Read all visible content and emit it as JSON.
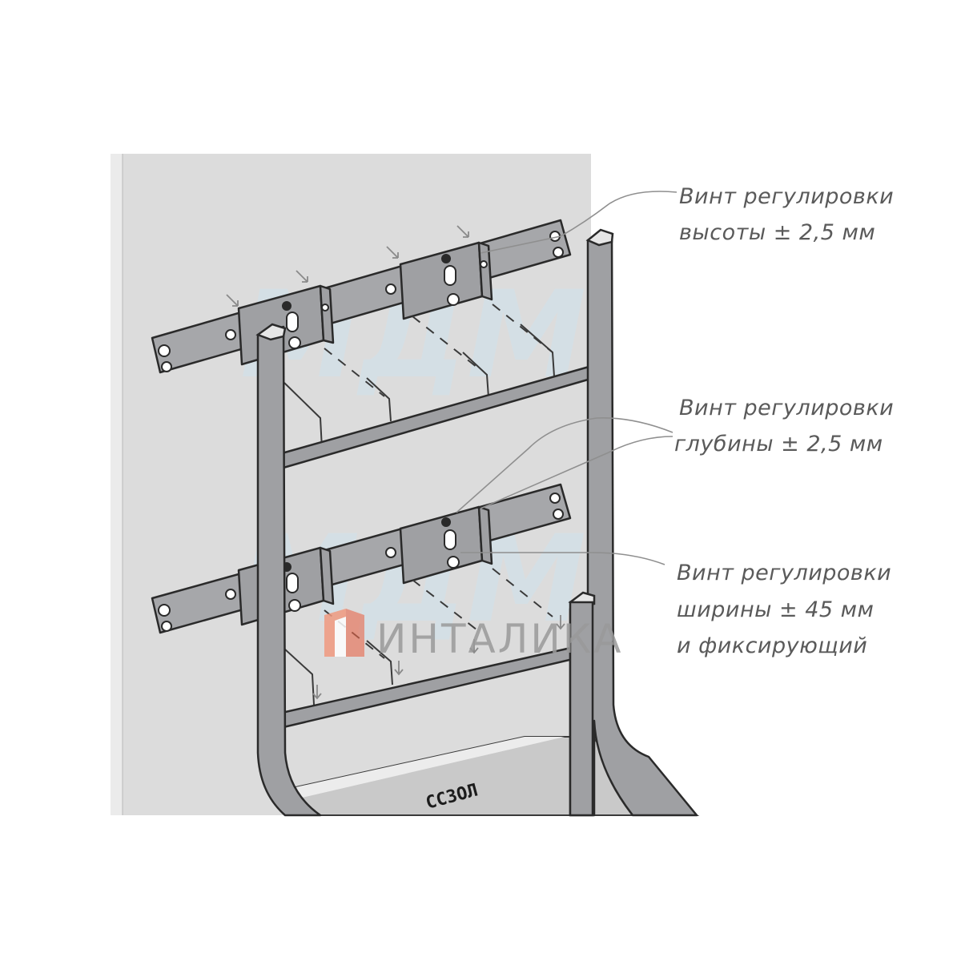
{
  "callouts": [
    {
      "line1": "Винт регулировки",
      "line2": "высоты ± 2,5 мм"
    },
    {
      "line1": "Винт регулировки",
      "line2": "глубины ± 2,5 мм"
    },
    {
      "line1": "Винт регулировки",
      "line2": "ширины ± 45 мм",
      "line3": "и фиксирующий"
    }
  ],
  "watermark": {
    "text": "МДМ",
    "color": "#cfe3ee"
  },
  "brand": {
    "text": "ИНТАЛИКА",
    "accent": "#e8664a"
  },
  "product_mark": "ССЗОЛ",
  "colors": {
    "panel": "#dddddd",
    "metal": "#9fa0a3",
    "outline": "#2a2a2a",
    "leader": "#8f8f8f"
  }
}
